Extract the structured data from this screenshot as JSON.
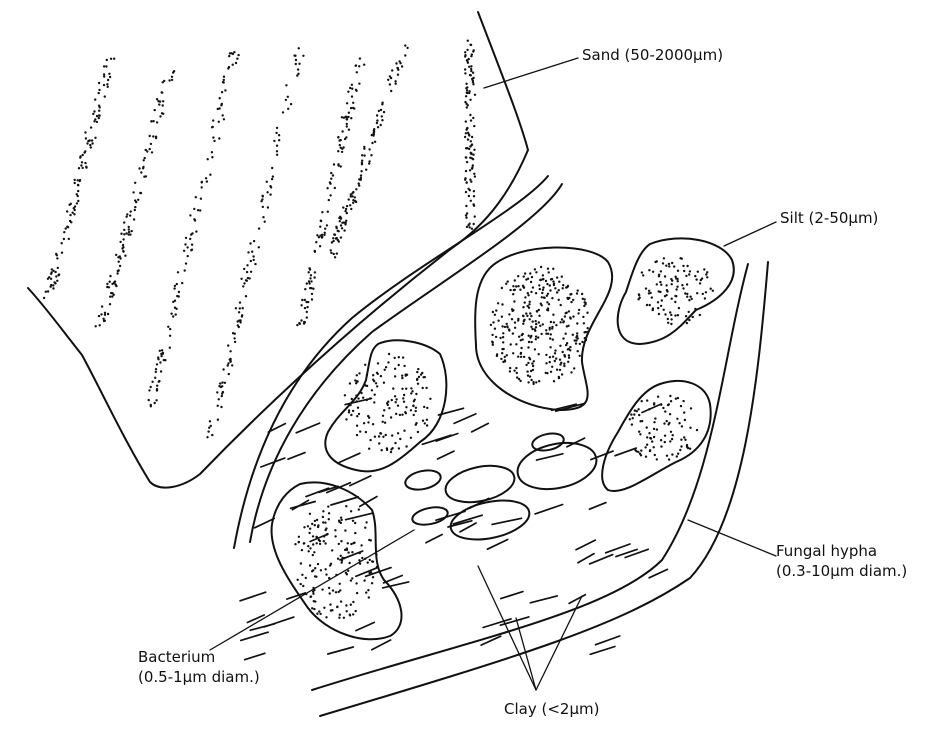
{
  "labels": {
    "sand": "Sand (50-2000µm)",
    "silt": "Silt (2-50µm)",
    "fungal_line1": "Fungal hypha",
    "fungal_line2": "(0.3-10µm diam.)",
    "bacterium_line1": "Bacterium",
    "bacterium_line2": "(0.5-1µm diam.)",
    "clay": "Clay (<2µm)"
  },
  "colors": {
    "ink": "#111111",
    "background": "#ffffff"
  }
}
